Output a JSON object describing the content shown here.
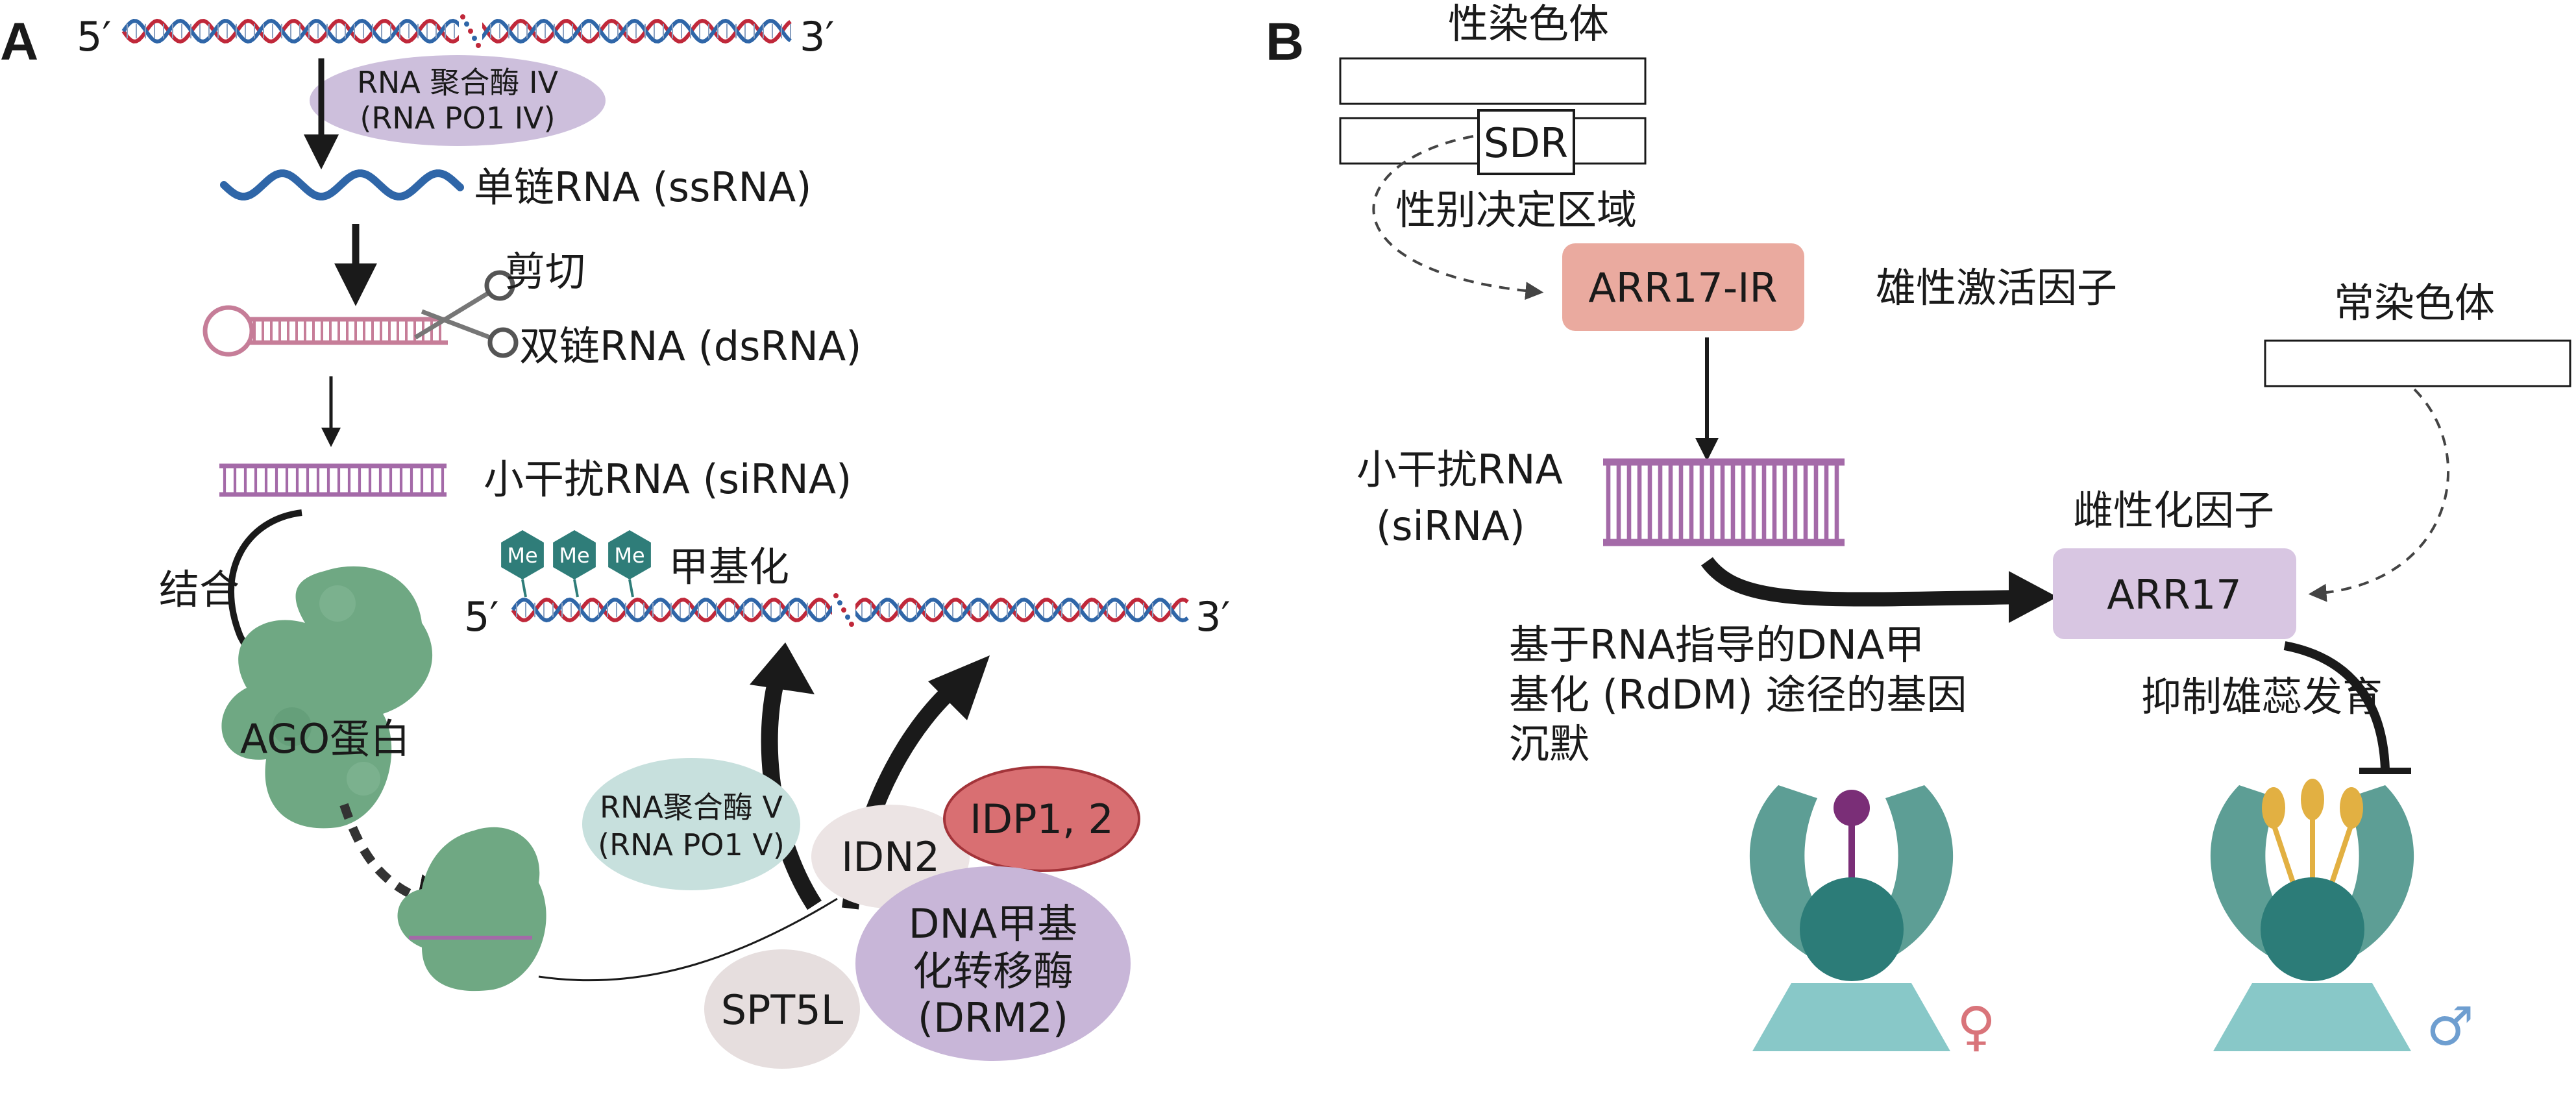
{
  "colors": {
    "strand_red": "#c0283a",
    "strand_blue": "#2f66a8",
    "purple_rna": "#a46aa8",
    "pink_hairpin": "#c67d98",
    "ago_green": "#6fa883",
    "pol_iv_fill": "#cdbfdc",
    "pol_v_fill": "#c7e0dd",
    "idn2_fill": "#ece4e4",
    "idp_fill": "#d96f72",
    "drm2_fill": "#c8b6d8",
    "spt5l_fill": "#e6dede",
    "me_hex": "#2f7d79",
    "arr17ir_fill": "#eaaa9f",
    "arr17_fill": "#d8c6e2",
    "flower_teal": "#5d9e95",
    "flower_base": "#88c8c8",
    "flower_center": "#2c7c78",
    "stigma_purple": "#7a2e77",
    "stamen_gold": "#e2b042",
    "female_symbol": "#d9747a",
    "male_symbol": "#6e9ed0"
  },
  "icons": [
    "scissors-icon",
    "ago-protein-icon",
    "female-symbol-icon",
    "male-symbol-icon",
    "female-flower-icon",
    "male-flower-icon"
  ],
  "panel_a": {
    "letter": "A",
    "dna_top": {
      "five": "5′",
      "three": "3′"
    },
    "pol_iv": {
      "line1": "RNA 聚合酶 IV",
      "line2": "(RNA PO1 IV)"
    },
    "ssrna": "单链RNA (ssRNA)",
    "cut": "剪切",
    "dsrna": "双链RNA (dsRNA)",
    "sirna": "小干扰RNA (siRNA)",
    "bind": "结合",
    "ago": "AGO蛋白",
    "me_tags": [
      "Me",
      "Me",
      "Me"
    ],
    "methylation": "甲基化",
    "dna_bottom": {
      "five": "5′",
      "three": "3′"
    },
    "pol_v": {
      "line1": "RNA聚合酶 V",
      "line2": "(RNA PO1 V)"
    },
    "idn2": "IDN2",
    "idp": "IDP1, 2",
    "drm2": {
      "line1": "DNA甲基",
      "line2": "化转移酶",
      "line3": "(DRM2)"
    },
    "spt5l": "SPT5L"
  },
  "panel_b": {
    "letter": "B",
    "sex_chromosome": "性染色体",
    "sdr": "SDR",
    "sdr_label": "性别决定区域",
    "arr17ir": "ARR17-IR",
    "male_activator": "雄性激活因子",
    "autosome": "常染色体",
    "sirna_line1": "小干扰RNA",
    "sirna_line2": "(siRNA)",
    "fem_factor": "雌性化因子",
    "arr17": "ARR17",
    "rddm_line1": "基于RNA指导的DNA甲",
    "rddm_line2": "基化 (RdDM) 途径的基因",
    "rddm_line3": "沉默",
    "suppress": "抑制雄蕊发育",
    "female_symbol": "♀",
    "male_symbol": "♂"
  }
}
